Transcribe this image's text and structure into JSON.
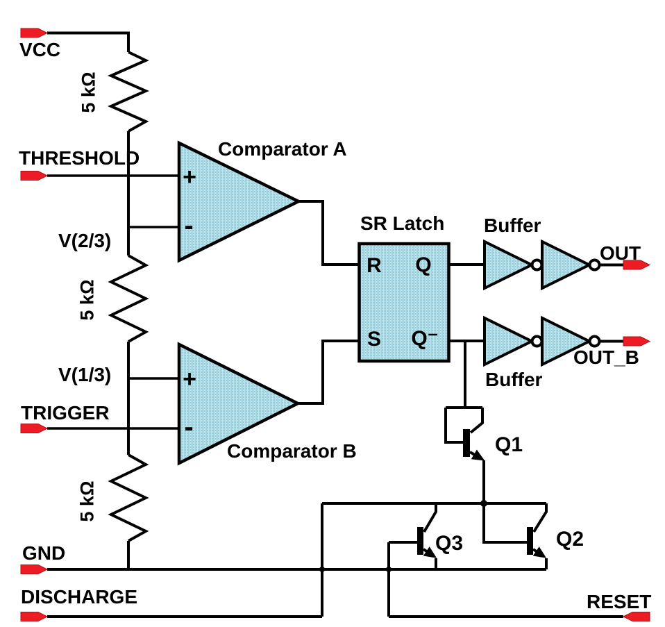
{
  "colors": {
    "wire": "#000000",
    "pin": "#ed1c24",
    "component_fill": "#8ccfe0",
    "component_fill_light": "#bce6f0",
    "background": "#ffffff"
  },
  "pins": {
    "vcc": "VCC",
    "threshold": "THRESHOLD",
    "trigger": "TRIGGER",
    "gnd": "GND",
    "discharge": "DISCHARGE",
    "out": "OUT",
    "out_b": "OUT_B",
    "reset": "RESET"
  },
  "nets": {
    "v23": "V(2/3)",
    "v13": "V(1/3)"
  },
  "components": {
    "comparator_a": "Comparator A",
    "comparator_b": "Comparator B",
    "sr_latch": "SR Latch",
    "buffer_top": "Buffer",
    "buffer_bottom": "Buffer",
    "q1": "Q1",
    "q2": "Q2",
    "q3": "Q3"
  },
  "resistors": {
    "r1": "5 kΩ",
    "r2": "5 kΩ",
    "r3": "5 kΩ"
  },
  "latch_ports": {
    "r": "R",
    "s": "S",
    "q": "Q",
    "q_bar": "Q⁻"
  },
  "comparator_ports": {
    "a_plus": "+",
    "a_minus": "-",
    "b_plus": "+",
    "b_minus": "-"
  }
}
